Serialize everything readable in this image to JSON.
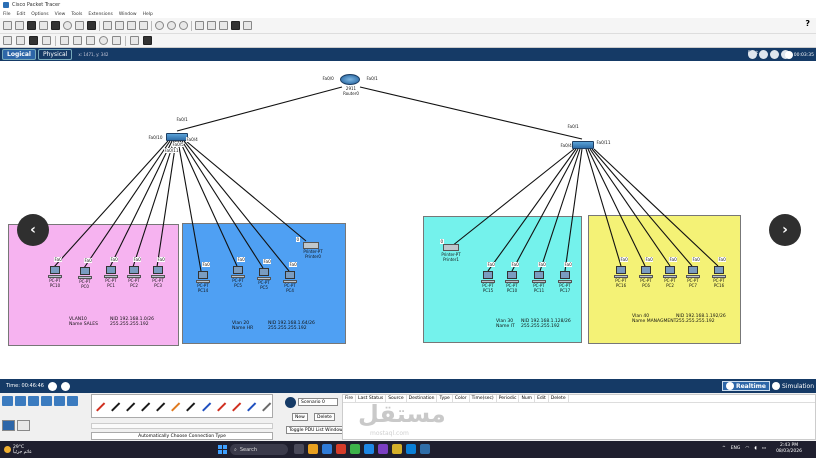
{
  "window": {
    "title": "Cisco Packet Tracer"
  },
  "menu": [
    "File",
    "Edit",
    "Options",
    "View",
    "Tools",
    "Extensions",
    "Window",
    "Help"
  ],
  "help_label": "?",
  "modebar": {
    "logical": "Logical",
    "physical": "Physical",
    "coords": "x: 1471, y: 342",
    "root": "Root",
    "clock": "00:03:35"
  },
  "devices": {
    "router": {
      "model": "2911",
      "name": "Router0",
      "port_left": "Fa0/0",
      "port_right": "Fa0/1"
    },
    "switch_left": {
      "up": "Fa0/1",
      "p1": "Fa0/10",
      "p2": "Fa0/4",
      "p3": "Fa0/5",
      "p4": "Fa0/11"
    },
    "switch_right": {
      "up": "Fa0/1",
      "p1": "Fa0/4",
      "p2": "Fa0/11"
    },
    "pcs_left_sales": [
      {
        "port": "Fa0",
        "model": "PC-PT",
        "name": "PC10"
      },
      {
        "port": "Fa0",
        "model": "PC-PT",
        "name": "PC0"
      },
      {
        "port": "Fa0",
        "model": "PC-PT",
        "name": "PC1"
      },
      {
        "port": "Fa0",
        "model": "PC-PT",
        "name": "PC2"
      },
      {
        "port": "Fa0",
        "model": "PC-PT",
        "name": "PC3"
      }
    ],
    "pcs_hr": [
      {
        "port": "Fa0",
        "model": "PC-PT",
        "name": "PC14"
      },
      {
        "port": "Fa0",
        "model": "PC-PT",
        "name": "PC5"
      },
      {
        "port": "Fa0",
        "model": "PC-PT",
        "name": "PC5"
      },
      {
        "port": "Fa0",
        "model": "PC-PT",
        "name": "PC4"
      }
    ],
    "printer_left": {
      "port": "0",
      "model": "Printer-PT",
      "name": "Printer0"
    },
    "printer_right": {
      "port": "0",
      "model": "Printer-PT",
      "name": "Printer1"
    },
    "pcs_it": [
      {
        "port": "Fa0",
        "model": "PC-PT",
        "name": "PC15"
      },
      {
        "port": "Fa0",
        "model": "PC-PT",
        "name": "PC10"
      },
      {
        "port": "Fa0",
        "model": "PC-PT",
        "name": "PC11"
      },
      {
        "port": "Fa0",
        "model": "PC-PT",
        "name": "PC17"
      }
    ],
    "pcs_mgmt": [
      {
        "port": "Fa0",
        "model": "PC-PT",
        "name": "PC16"
      },
      {
        "port": "Fa0",
        "model": "PC-PT",
        "name": "PC6"
      },
      {
        "port": "Fa0",
        "model": "PC-PT",
        "name": "PC2"
      },
      {
        "port": "Fa0",
        "model": "PC-PT",
        "name": "PC7"
      },
      {
        "port": "Fa0",
        "model": "PC-PT",
        "name": "PC16"
      }
    ]
  },
  "zones": {
    "sales": {
      "vlan": "VLAN10",
      "name": "Name SALES",
      "nid": "NID 192.168.1.0/26",
      "mask": "255.255.255.192",
      "color": "#f6b3f0"
    },
    "hr": {
      "vlan": "Vlan 20",
      "name": "Name HR",
      "nid": "NID 192.168.1.64/26",
      "mask": "255.255.255.192",
      "color": "#4fa0f3"
    },
    "it": {
      "vlan": "Vlan 30",
      "name": "Name IT",
      "nid": "NID 192.168.1.128/26",
      "mask": "255.255.255.192",
      "color": "#74f2ec"
    },
    "mgmt": {
      "vlan": "Vlan 40",
      "name": "Name MANAGMENT",
      "nid": "NID 192.168.1.192/26",
      "mask": "255.255.255.192",
      "color": "#f4f276"
    }
  },
  "timebar": {
    "time": "Time: 00:46:46",
    "realtime": "Realtime",
    "simulation": "Simulation"
  },
  "cables": {
    "status": "Automatically Choose Connection Type",
    "colors": [
      "#d03020",
      "#1a1a1a",
      "#1a1a1a",
      "#1a1a1a",
      "#1a1a1a",
      "#e07a20",
      "#1a1a1a",
      "#2050c0",
      "#d03020",
      "#d03020",
      "#2050c0",
      "#6a6a6a"
    ]
  },
  "scenario": {
    "select": "Scenario 0",
    "new": "New",
    "delete": "Delete",
    "toggle": "Toggle PDU List Window"
  },
  "pdu_headers": [
    "Fire",
    "Last Status",
    "Source",
    "Destination",
    "Type",
    "Color",
    "Time(sec)",
    "Periodic",
    "Num",
    "Edit",
    "Delete"
  ],
  "watermark": {
    "text": "مستقل",
    "sub": "mostaql.com"
  },
  "taskbar": {
    "temp": "29°C",
    "weather": "غائم جزئياً",
    "search": "Search",
    "lang": "ENG",
    "time": "2:43 PM",
    "date": "08/03/2026",
    "icon_colors": [
      "#4a4a5a",
      "#e8a020",
      "#2f7bd8",
      "#d63c2a",
      "#3db34a",
      "#1e88e5",
      "#7b3fc2",
      "#d4b02a",
      "#0a7fd6",
      "#2f6ea8"
    ]
  },
  "nav": {
    "prev": "‹",
    "next": "›"
  }
}
